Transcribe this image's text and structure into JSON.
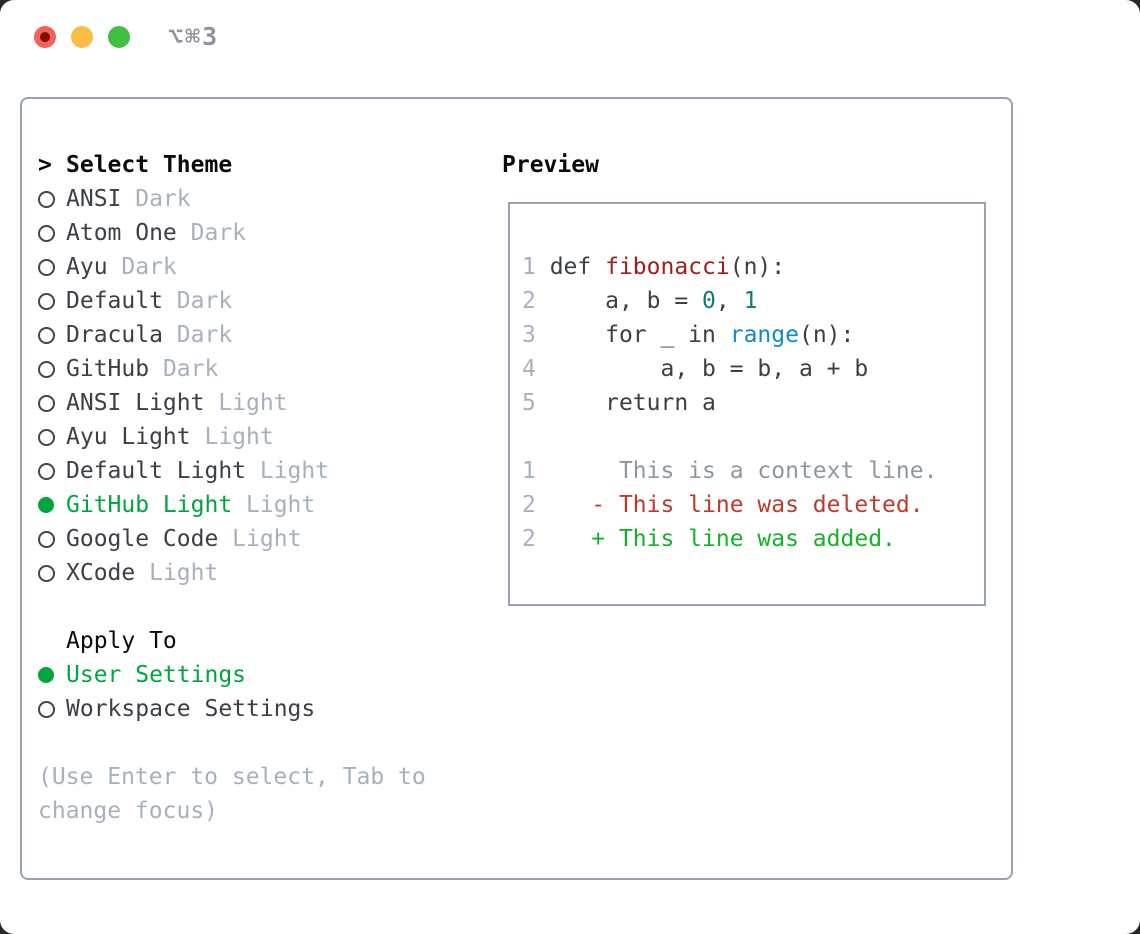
{
  "window": {
    "title": "⌥⌘3",
    "traffic_lights": [
      {
        "name": "close",
        "color": "#f4605a"
      },
      {
        "name": "minimize",
        "color": "#f7bd45"
      },
      {
        "name": "zoom",
        "color": "#3dc043"
      }
    ]
  },
  "theme_panel": {
    "header": {
      "prompt": ">",
      "label": "Select Theme"
    },
    "themes": [
      {
        "name": "ANSI",
        "variant": "Dark",
        "selected": false
      },
      {
        "name": "Atom One",
        "variant": "Dark",
        "selected": false
      },
      {
        "name": "Ayu",
        "variant": "Dark",
        "selected": false
      },
      {
        "name": "Default",
        "variant": "Dark",
        "selected": false
      },
      {
        "name": "Dracula",
        "variant": "Dark",
        "selected": false
      },
      {
        "name": "GitHub",
        "variant": "Dark",
        "selected": false
      },
      {
        "name": "ANSI Light",
        "variant": "Light",
        "selected": false
      },
      {
        "name": "Ayu Light",
        "variant": "Light",
        "selected": false
      },
      {
        "name": "Default Light",
        "variant": "Light",
        "selected": false
      },
      {
        "name": "GitHub Light",
        "variant": "Light",
        "selected": true
      },
      {
        "name": "Google Code",
        "variant": "Light",
        "selected": false
      },
      {
        "name": "XCode",
        "variant": "Light",
        "selected": false
      }
    ],
    "apply_to": {
      "label": "Apply To",
      "options": [
        {
          "name": "User Settings",
          "selected": true
        },
        {
          "name": "Workspace Settings",
          "selected": false
        }
      ]
    },
    "hint_line1": "(Use Enter to select, Tab to",
    "hint_line2": "change focus)"
  },
  "preview": {
    "label": "Preview",
    "code_lines": [
      [
        {
          "t": "1 ",
          "c": "num"
        },
        {
          "t": "def ",
          "c": "fg"
        },
        {
          "t": "fibonacci",
          "c": "red"
        },
        {
          "t": "(n):",
          "c": "fg"
        }
      ],
      [
        {
          "t": "2 ",
          "c": "num"
        },
        {
          "t": "    a, b = ",
          "c": "fg"
        },
        {
          "t": "0",
          "c": "teal"
        },
        {
          "t": ", ",
          "c": "fg"
        },
        {
          "t": "1",
          "c": "teal"
        }
      ],
      [
        {
          "t": "3 ",
          "c": "num"
        },
        {
          "t": "    for _ in ",
          "c": "fg"
        },
        {
          "t": "range",
          "c": "blue"
        },
        {
          "t": "(n):",
          "c": "fg"
        }
      ],
      [
        {
          "t": "4 ",
          "c": "num"
        },
        {
          "t": "        a, b = b, a + b",
          "c": "fg"
        }
      ],
      [
        {
          "t": "5 ",
          "c": "num"
        },
        {
          "t": "    return a",
          "c": "fg"
        }
      ]
    ],
    "diff_lines": [
      [
        {
          "t": "1",
          "c": "num"
        },
        {
          "t": "      This is a context line.",
          "c": "ctx"
        }
      ],
      [
        {
          "t": "2",
          "c": "num"
        },
        {
          "t": "    ",
          "c": "fg"
        },
        {
          "t": "- This line was deleted.",
          "c": "del"
        }
      ],
      [
        {
          "t": "2",
          "c": "num"
        },
        {
          "t": "    ",
          "c": "fg"
        },
        {
          "t": "+ This line was added.",
          "c": "add"
        }
      ]
    ]
  },
  "colors": {
    "selection_green": "#00a53f",
    "diff_added_green": "#14b327",
    "diff_deleted_red": "#c0392b",
    "function_red": "#a31d1d",
    "number_teal": "#11797c",
    "builtin_blue": "#1188cb",
    "border_gray": "#99a3af",
    "muted_gray": "#a7b1bd",
    "text_dark": "#3b4046"
  }
}
